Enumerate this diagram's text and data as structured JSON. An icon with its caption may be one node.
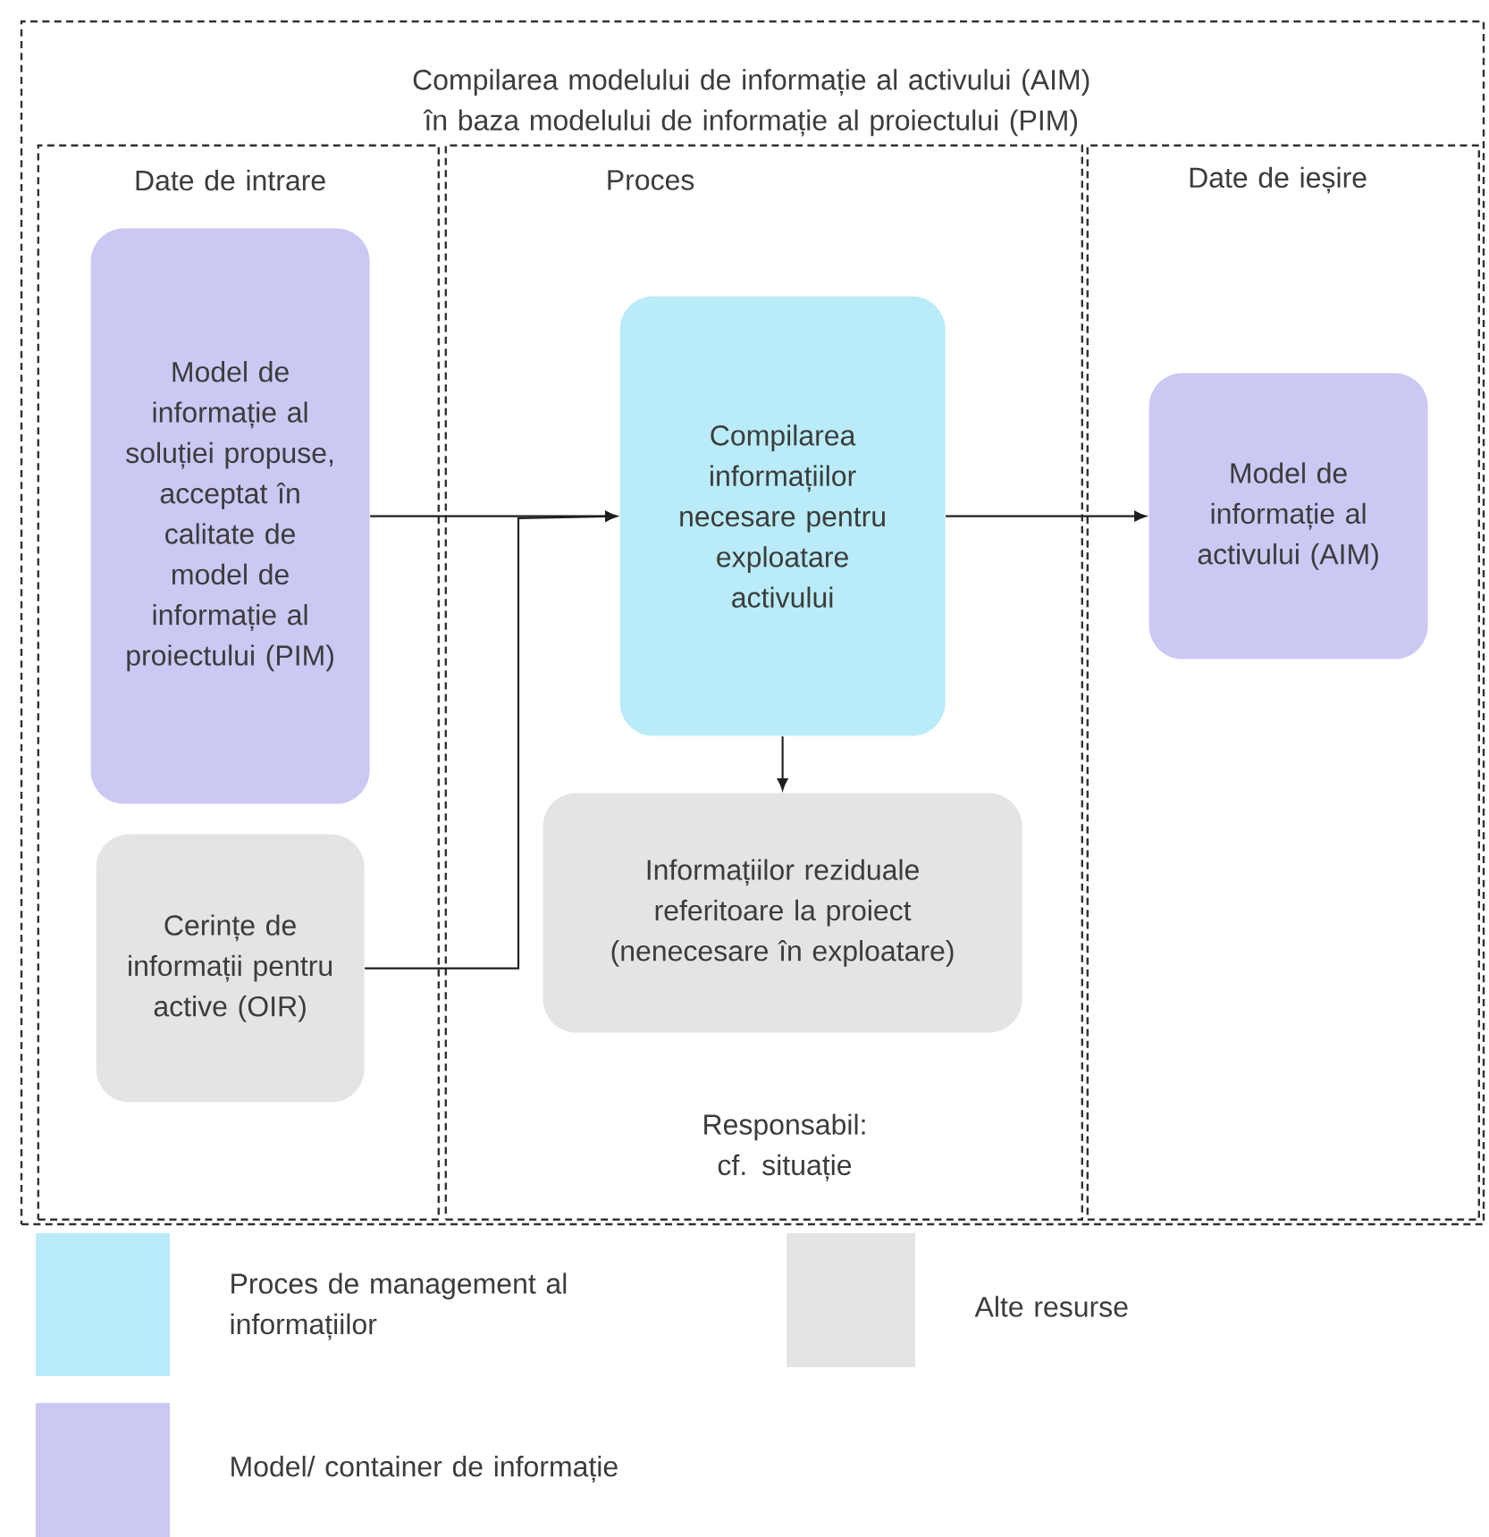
{
  "diagram": {
    "nodes": [
      {
        "text": [
          "Compilarea modelului de informație al activului (AIM) în baza modelului de informație al proiectului (PIM)"
        ]
      },
      {
        "text": [
          "Date de intrare"
        ],
        "in": 0
      },
      {
        "text": [
          "Proces"
        ],
        "in": 0
      },
      {
        "text": [
          "Date de ieșire"
        ],
        "in": 0
      },
      {
        "text": [
          "Model de informație al soluției propuse, acceptat în calitate de model de informație al proiectului (PIM)"
        ],
        "in": 1
      },
      {
        "text": [
          "Cerințe de informații pentru active (OIR)"
        ],
        "in": 1
      },
      {
        "text": [
          "Compilarea informațiilor necesare pentru exploatare activului"
        ],
        "in": 2
      },
      {
        "text": [
          "Informațiilor reziduale referitoare la proiect (nenecesare în exploatare)"
        ],
        "in": 2
      },
      {
        "text": [
          "Model de informație al activului (AIM)"
        ],
        "in": 3
      }
    ],
    "edges": [
      {
        "from": 4,
        "to": 6,
        "arrow": "to"
      },
      {
        "from": 5,
        "to": 6,
        "arrow": "to"
      },
      {
        "from": 6,
        "to": 7,
        "arrow": "to"
      },
      {
        "from": 6,
        "to": 8,
        "arrow": "to"
      }
    ],
    "labels": [
      "Responsabil: cf. situație"
    ],
    "legend": [
      {
        "text": "Proces de management al informațiilor",
        "color": "#b9ecf8"
      },
      {
        "text": "Alte resurse",
        "color": "#e4e4e4"
      },
      {
        "text": "Model/ container de informație",
        "color": "#cbc8f4"
      }
    ]
  }
}
